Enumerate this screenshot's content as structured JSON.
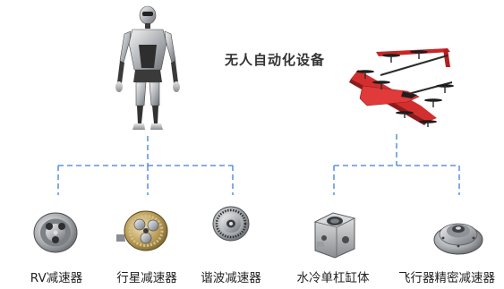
{
  "title": "无人自动化设备",
  "colors": {
    "connector": "#3c7fd6",
    "text": "#222222"
  },
  "sources": [
    {
      "name": "humanoid-robot-image",
      "icon": "humanoid-robot"
    },
    {
      "name": "vtol-drone-image",
      "icon": "vtol-fixed-wing-drone"
    }
  ],
  "components": [
    {
      "label": "RV减速器",
      "icon": "rv-reducer"
    },
    {
      "label": "行星减速器",
      "icon": "planetary-reducer"
    },
    {
      "label": "谐波减速器",
      "icon": "harmonic-reducer"
    },
    {
      "label": "水冷单杠缸体",
      "icon": "water-cooled-cylinder-block"
    },
    {
      "label": "飞行器精密减速器",
      "icon": "aircraft-precision-reducer"
    }
  ]
}
